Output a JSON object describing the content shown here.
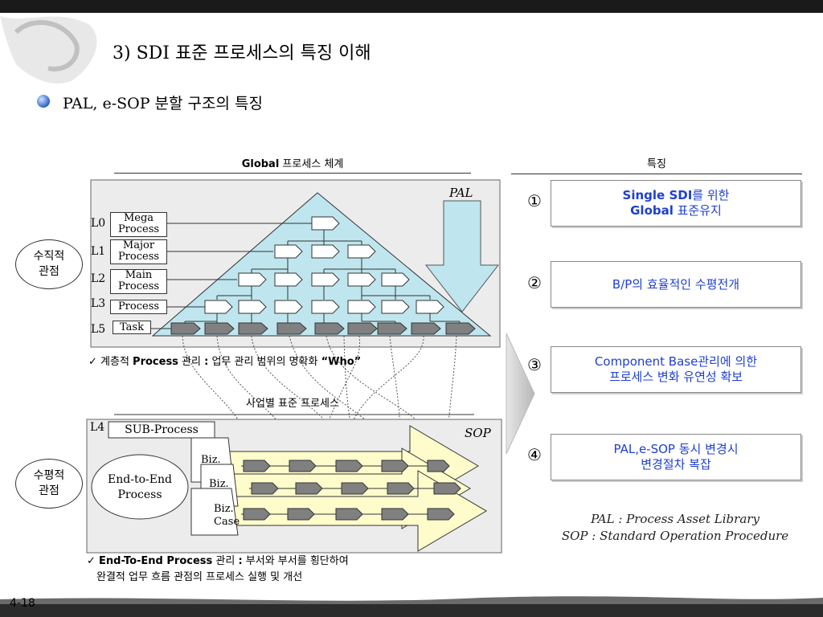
{
  "slide": {
    "title": "3) SDI 표준 프로세스의 특징 이해",
    "subtitle": "PAL, e-SOP 분할 구조의 특징",
    "page_number": "4-18"
  },
  "global": {
    "header_bold": "Global",
    "header_rest": " 프로세스 체계",
    "pal_label": "PAL",
    "levels": [
      {
        "code": "L0",
        "name_line1": "Mega",
        "name_line2": "Process"
      },
      {
        "code": "L1",
        "name_line1": "Major",
        "name_line2": "Process"
      },
      {
        "code": "L2",
        "name_line1": "Main",
        "name_line2": "Process"
      },
      {
        "code": "L3",
        "name_line1": "Process",
        "name_line2": ""
      },
      {
        "code": "L5",
        "name_line1": "Task",
        "name_line2": ""
      }
    ],
    "note_prefix": "✓ 계층적 ",
    "note_bold1": "Process",
    "note_mid": " 관리 ",
    "note_bold2": ":",
    "note_rest": " 업무 관리 범위의 명확화 ",
    "note_bold3": "“Who”"
  },
  "business": {
    "header": "사업별 표준 프로세스",
    "level_code": "L4",
    "sub_process_label": "SUB-Process",
    "sop_label": "SOP",
    "e2e_line1": "End-to-End",
    "e2e_line2": "Process",
    "biz_line1": "Biz.",
    "biz_line2": "Case",
    "note_prefix": "✓ ",
    "note_bold": "End-To-End Process",
    "note_mid": " 관리 ",
    "note_bold2": ":",
    "note_rest": " 부서와 부서를 횡단하여",
    "note_line2": "완결적 업무 흐름 관점의 프로세스 실행 및 개선"
  },
  "perspectives": {
    "vertical_line1": "수직적",
    "vertical_line2": "관점",
    "horizontal_line1": "수평적",
    "horizontal_line2": "관점"
  },
  "features": {
    "header": "특징",
    "items": [
      {
        "num": "①",
        "line1_bold": "Single SDI",
        "line1_rest": "를 위한",
        "line2_bold": "Global",
        "line2_rest": " 표준유지"
      },
      {
        "num": "②",
        "line1_bold": "",
        "line1_rest": "B/P의 효율적인 수평전개",
        "line2_bold": "",
        "line2_rest": ""
      },
      {
        "num": "③",
        "line1_bold": "",
        "line1_rest": "Component Base관리에 의한",
        "line2_bold": "",
        "line2_rest": "프로세스 변화 유연성 확보"
      },
      {
        "num": "④",
        "line1_bold": "",
        "line1_rest": "PAL,e-SOP 동시 변경시",
        "line2_bold": "",
        "line2_rest": "변경절차 복잡"
      }
    ]
  },
  "legend": {
    "pal_def": "PAL : Process Asset  Library",
    "sop_def": "SOP : Standard Operation Procedure"
  },
  "colors": {
    "pyramid_fill": "#bfe6ee",
    "biz_fill": "#fffccc",
    "task_fill": "#808080",
    "feature_text": "#1f3fd0",
    "panel_fill": "#ececec"
  }
}
